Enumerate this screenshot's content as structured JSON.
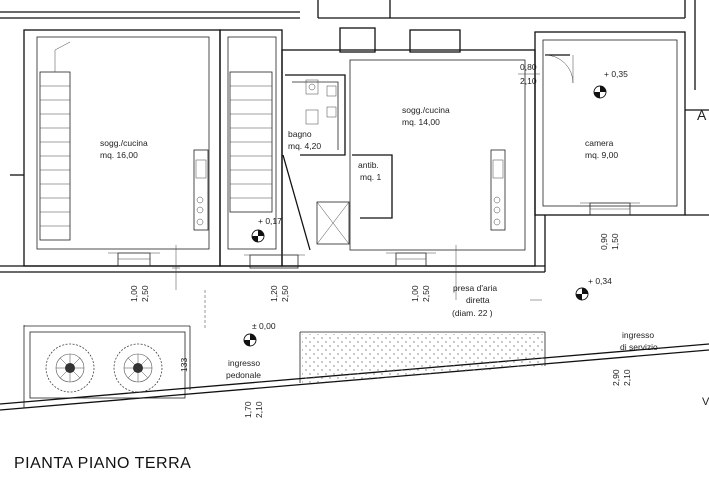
{
  "title": "PIANTA PIANO TERRA",
  "rooms": {
    "left": {
      "name": "sogg./cucina",
      "area": "mq. 16,00"
    },
    "bagno": {
      "name": "bagno",
      "area": "mq. 4,20"
    },
    "antib": {
      "name": "antib.",
      "area": "mq. 1"
    },
    "middle": {
      "name": "sogg./cucina",
      "area": "mq. 14,00"
    },
    "camera": {
      "name": "camera",
      "area": "mq. 9,00"
    }
  },
  "levels": {
    "stair": "+ 0,17",
    "camera": "+ 0,35",
    "courtyard": "+ 0,34",
    "street": "± 0,00"
  },
  "dimensions": {
    "w1a": "1,00",
    "w1b": "2,50",
    "w2a": "1,20",
    "w2b": "2,50",
    "w3a": "1,00",
    "w3b": "2,50",
    "w4a": "0,90",
    "w4b": "1,50",
    "door_a": "0,80",
    "door_b": "2,10",
    "garden_h": "133",
    "gate_a": "1,70",
    "gate_b": "2,10",
    "service_a": "2,90",
    "service_b": "2,10"
  },
  "notes": {
    "presa_1": "presa d'aria",
    "presa_2": "diretta",
    "presa_3": "(diam. 22 )",
    "ingresso_ped_1": "ingresso",
    "ingresso_ped_2": "pedonale",
    "ingresso_serv_1": "ingresso",
    "ingresso_serv_2": "di servizio",
    "edge_letter_a": "A",
    "edge_letter_v": "V"
  }
}
